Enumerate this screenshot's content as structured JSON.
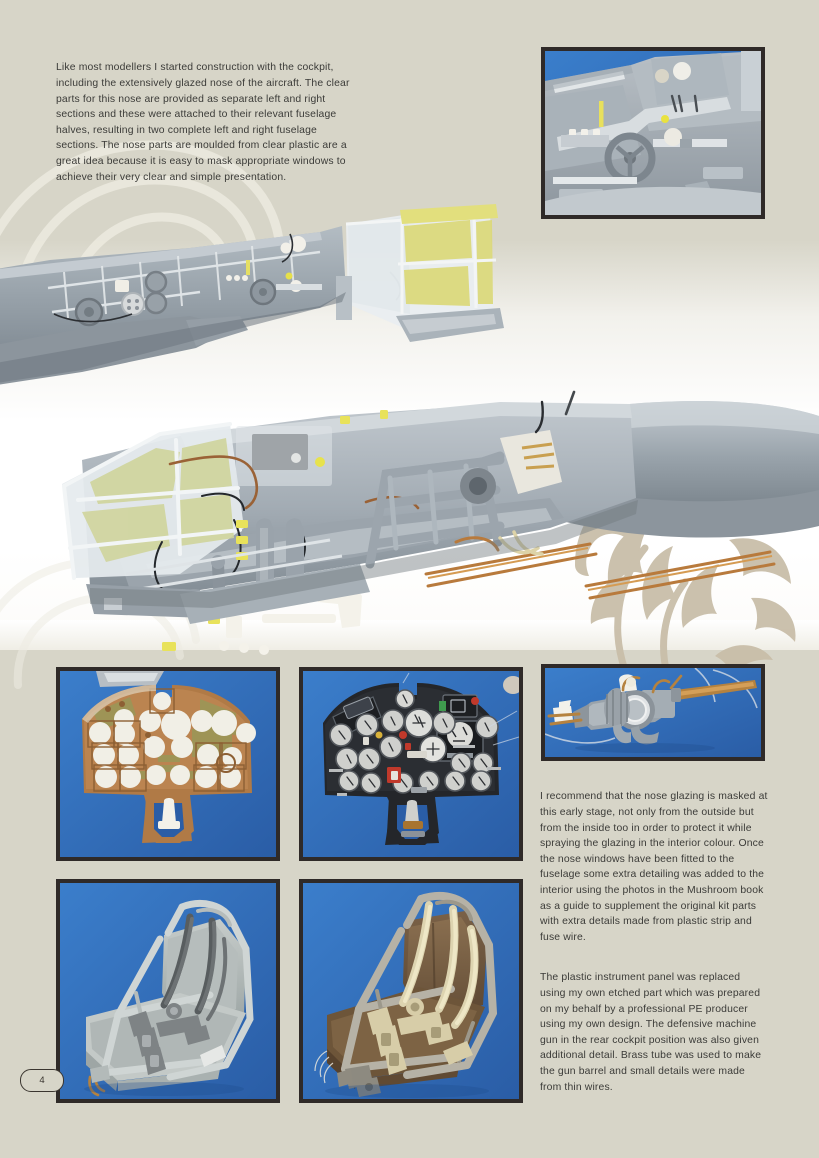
{
  "page": {
    "number": "4",
    "background_color": "#d7d5c8",
    "text_color": "#3b3b38",
    "frame_color": "#2f2a28",
    "photo_backdrop_color": "#2f6cba",
    "filigree_color": "#c8bda8"
  },
  "article": {
    "intro_paragraph": "Like most modellers I started construction with the cockpit, including the extensively glazed nose of the aircraft. The clear parts for this nose are provided as separate left and right sections and these were attached to their relevant fuselage halves, resulting in two complete left and right fuselage sections. The nose parts are moulded from clear plastic are a great idea because it is easy to mask appropriate windows to achieve their very clear and simple presentation.",
    "column_paragraph_1": "I recommend that the nose glazing is masked at this early stage, not only from the outside but from the inside too in order to protect it while spraying the glazing in the interior colour. Once the nose windows have been fitted to the fuselage some extra detailing was added to the interior using the photos in the Mushroom book as a guide to supplement the original kit parts with extra details made from plastic strip and fuse wire.",
    "column_paragraph_2": "The plastic instrument panel was replaced using my own etched part which was prepared on my behalf by a professional PE producer using my own design. The defensive machine gun in the rear cockpit position was also given additional detail. Brass tube was used to make the gun barrel and small details were made from thin wires."
  },
  "photos": [
    {
      "id": "cockpit-floor-detail",
      "alt": "Close-up of grey model cockpit floor with control wheel, levers and white detail parts on blue backdrop",
      "framed": true
    },
    {
      "id": "fuselage-half-upper",
      "alt": "Grey left fuselage half showing cockpit interior framework and yellow-masked clear nose glazing",
      "framed": false
    },
    {
      "id": "fuselage-interior-large",
      "alt": "Large view of the assembled fuselage interior with glazed nose, oxygen bottles, seats and brass tube details",
      "framed": false
    },
    {
      "id": "instrument-panel-etched",
      "alt": "Bare photo-etched instrument panel with copper fret and white instrument bezels on blue backdrop",
      "framed": true
    },
    {
      "id": "instrument-panel-painted",
      "alt": "Finished black-painted instrument panel with decalled dial faces and red and green warning lights",
      "framed": true
    },
    {
      "id": "machine-gun",
      "alt": "Grey defensive machine gun with brass tube barrel and ring sight on blue backdrop",
      "framed": true
    },
    {
      "id": "seat-unpainted",
      "alt": "Grey plastic crew seat with photo-etched harness straps on blue backdrop",
      "framed": true
    },
    {
      "id": "seat-painted",
      "alt": "Brown painted crew seat with cream coloured harness straps on blue backdrop",
      "framed": true
    }
  ]
}
